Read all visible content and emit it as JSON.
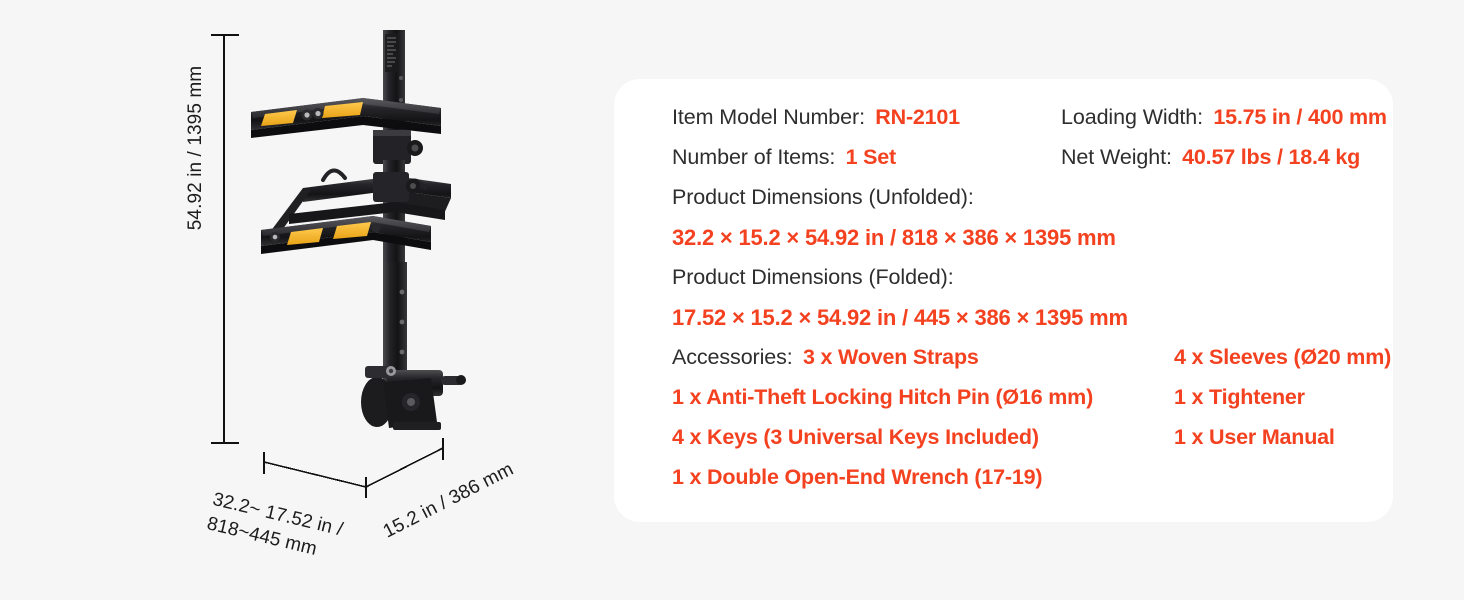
{
  "accent_color": "#F4411F",
  "label_color": "#2E2E2E",
  "background_color": "#F6F6F6",
  "card_color": "#FFFFFF",
  "diagram": {
    "product": "hitch-mounted bike rack",
    "dimension_labels": {
      "height": "54.92 in / 1395 mm",
      "depth_line1": "32.2~ 17.52 in /",
      "depth_line2": "818~445 mm",
      "width": "15.2 in / 386 mm"
    }
  },
  "spec_card": {
    "rows": [
      {
        "left_label": "Item Model Number:",
        "left_value": "RN-2101",
        "right_label": "Loading Width:",
        "right_value": "15.75 in / 400 mm"
      },
      {
        "left_label": "Number of Items:",
        "left_value": "1 Set",
        "right_label": "Net Weight:",
        "right_value": "40.57 lbs / 18.4 kg"
      }
    ],
    "dimensions_unfolded": {
      "label": "Product Dimensions (Unfolded):",
      "value": "32.2 × 15.2 × 54.92 in / 818 × 386 × 1395 mm"
    },
    "dimensions_folded": {
      "label": "Product Dimensions (Folded):",
      "value": "17.52 × 15.2 × 54.92 in / 445 × 386 × 1395 mm"
    },
    "accessories": {
      "label": "Accessories:",
      "rows": [
        {
          "left": "3 x Woven Straps",
          "right": "4 x Sleeves (Ø20 mm)"
        },
        {
          "left": "1 x Anti-Theft Locking Hitch Pin (Ø16 mm)",
          "right": "1 x Tightener"
        },
        {
          "left": "4 x Keys (3 Universal Keys Included)",
          "right": "1 x User Manual"
        },
        {
          "left": "1 x Double Open-End Wrench (17-19)",
          "right": ""
        }
      ]
    }
  }
}
